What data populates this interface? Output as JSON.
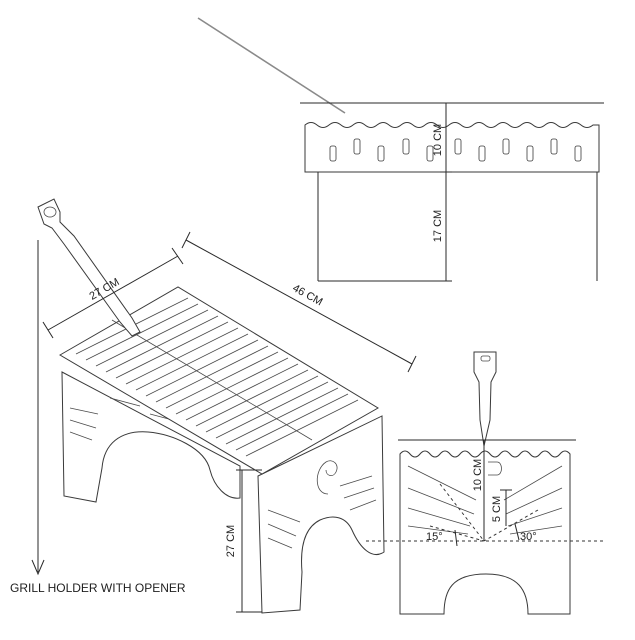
{
  "labels": {
    "front_top_height": "10 CM",
    "front_leg_height": "17 CM",
    "grill_width": "27 CM",
    "grill_length": "46 CM",
    "stand_height": "27 CM",
    "side_top_height": "10 CM",
    "side_slot_height": "5 CM",
    "angle_left": "15°",
    "angle_right": "30°",
    "caption": "GRILL HOLDER WITH OPENER"
  }
}
